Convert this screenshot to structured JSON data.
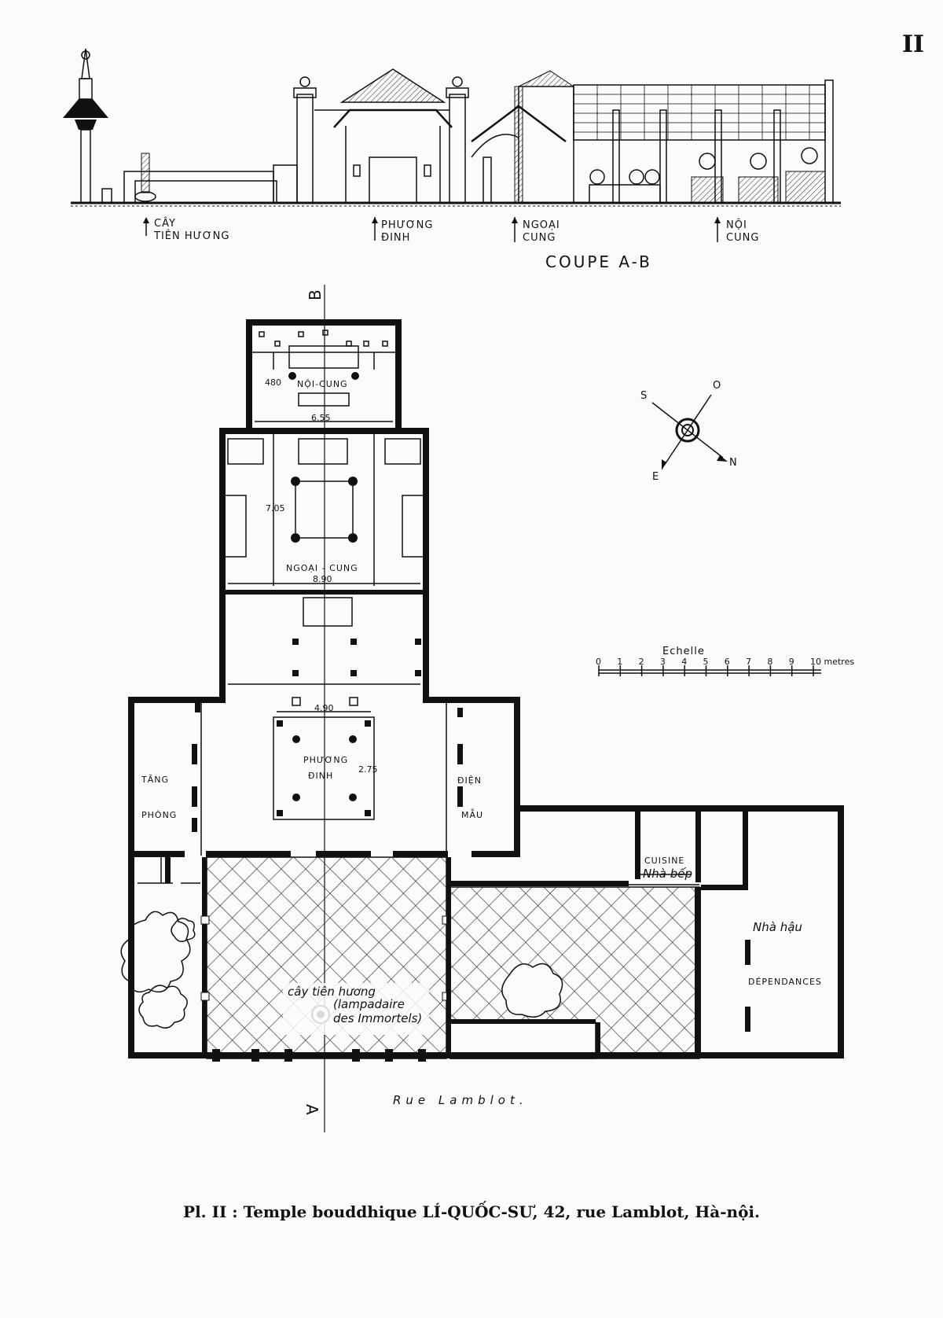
{
  "plate_number": "II",
  "section": {
    "title": "COUPE A-B",
    "labels": [
      {
        "line1": "CÂY",
        "line2": "TIÊN HƯƠNG"
      },
      {
        "line1": "PHƯƠNG",
        "line2": "ĐINH"
      },
      {
        "line1": "NGOẠI",
        "line2": "CUNG"
      },
      {
        "line1": "NỘI",
        "line2": "CUNG"
      }
    ]
  },
  "plan": {
    "marker_b": "B",
    "marker_a": "A",
    "rooms": {
      "noi_cung": "NỘI-CUNG",
      "ngoai_cung": "NGOẠI - CUNG",
      "phuong_dinh_1": "PHƯƠNG",
      "phuong_dinh_2": "ĐINH",
      "tang_phong_1": "TĂNG",
      "tang_phong_2": "PHÒNG",
      "dien_mau_1": "ĐIỆN",
      "dien_mau_2": "MẪU",
      "cuisine_1": "CUISINE",
      "cuisine_2": "Nhà bếp",
      "nha_hau": "Nhà hậu",
      "dependances": "DÉPENDANCES"
    },
    "dimensions": {
      "noi_cung_depth": "480",
      "noi_cung_width": "6.55",
      "ngoai_cung_depth": "7.05",
      "ngoai_cung_width": "8.90",
      "phuong_dinh_width": "4.90",
      "phuong_dinh_depth": "2.75"
    },
    "incense_tree_1": "cây tiên hương",
    "incense_tree_2": "(lampadaire",
    "incense_tree_3": "des Immortels)",
    "street": "Rue Lamblot."
  },
  "compass": {
    "s": "S",
    "o": "O",
    "e": "E",
    "n": "N"
  },
  "scale": {
    "title": "Echelle",
    "ticks": [
      "0",
      "1",
      "2",
      "3",
      "4",
      "5",
      "6",
      "7",
      "8",
      "9",
      "10 metres"
    ]
  },
  "caption": "Pl. II : Temple bouddhique LÍ-QUỐC-SƯ, 42, rue Lamblot, Hà-nội."
}
